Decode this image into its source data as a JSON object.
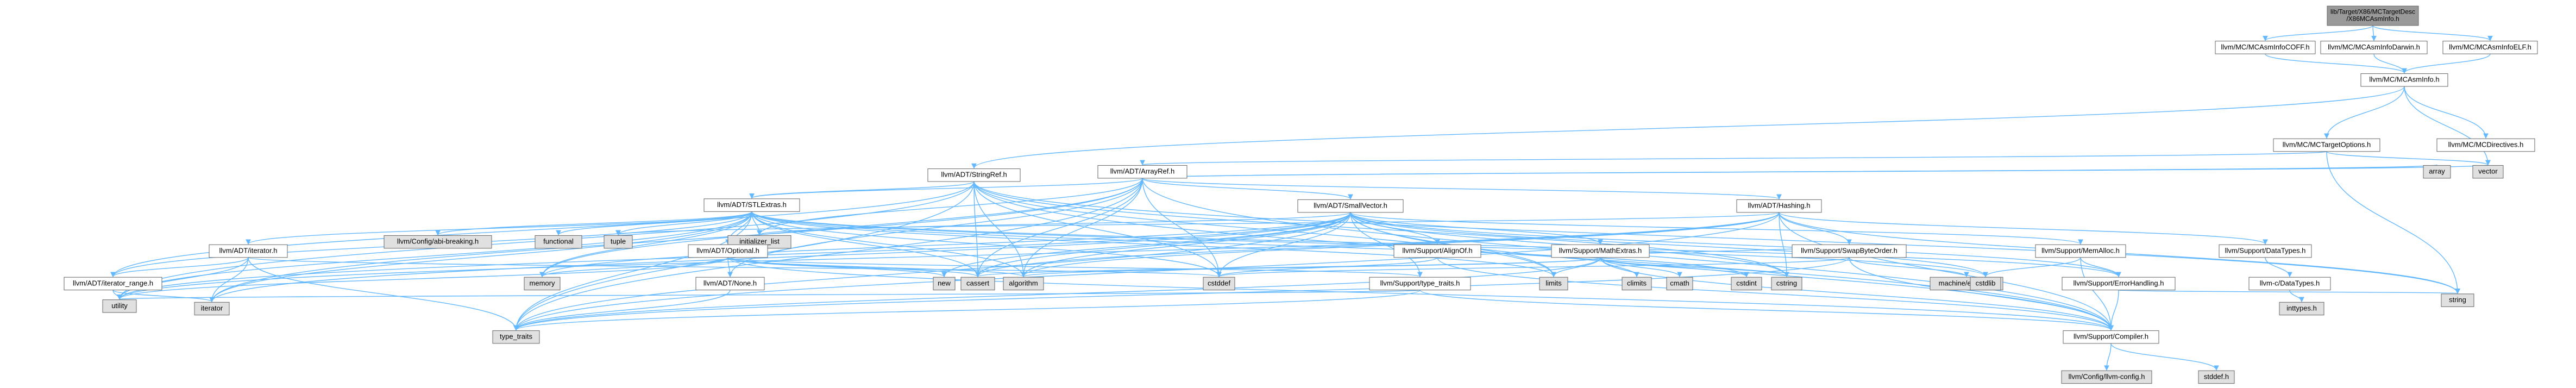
{
  "diagram": {
    "colors": {
      "root_fill": "#999999",
      "local_fill": "#ffffff",
      "system_fill": "#e0e0e0",
      "missing_fill": "#ffffff",
      "missing_stroke": "#ff0000",
      "border": "#666666",
      "edge": "#63b8ff"
    },
    "nodes": {
      "root": {
        "label": [
          "lib/Target/X86/MCTargetDesc",
          "/X86MCAsmInfo.h"
        ],
        "kind": "root"
      },
      "coff": {
        "label": [
          "llvm/MC/MCAsmInfoCOFF.h"
        ],
        "kind": "local"
      },
      "darwin": {
        "label": [
          "llvm/MC/MCAsmInfoDarwin.h"
        ],
        "kind": "local"
      },
      "elf": {
        "label": [
          "llvm/MC/MCAsmInfoELF.h"
        ],
        "kind": "local"
      },
      "mcasminfo": {
        "label": [
          "llvm/MC/MCAsmInfo.h"
        ],
        "kind": "local"
      },
      "targetopts": {
        "label": [
          "llvm/MC/MCTargetOptions.h"
        ],
        "kind": "local"
      },
      "directives": {
        "label": [
          "llvm/MC/MCDirectives.h"
        ],
        "kind": "local"
      },
      "stringref": {
        "label": [
          "llvm/ADT/StringRef.h"
        ],
        "kind": "local"
      },
      "arrayref": {
        "label": [
          "llvm/ADT/ArrayRef.h"
        ],
        "kind": "local"
      },
      "array": {
        "label": [
          "array"
        ],
        "kind": "system"
      },
      "vector": {
        "label": [
          "vector"
        ],
        "kind": "system"
      },
      "stlextras": {
        "label": [
          "llvm/ADT/STLExtras.h"
        ],
        "kind": "local"
      },
      "smallvector": {
        "label": [
          "llvm/ADT/SmallVector.h"
        ],
        "kind": "local"
      },
      "hashing": {
        "label": [
          "llvm/ADT/Hashing.h"
        ],
        "kind": "local"
      },
      "databreaking": {
        "label": [
          "llvm/Config/abi-breaking.h"
        ],
        "kind": "system"
      },
      "functional": {
        "label": [
          "functional"
        ],
        "kind": "system"
      },
      "tuple": {
        "label": [
          "tuple"
        ],
        "kind": "system"
      },
      "initlist": {
        "label": [
          "initializer_list"
        ],
        "kind": "system"
      },
      "adtiterator": {
        "label": [
          "llvm/ADT/iterator.h"
        ],
        "kind": "local"
      },
      "optional": {
        "label": [
          "llvm/ADT/Optional.h"
        ],
        "kind": "local"
      },
      "alignof": {
        "label": [
          "llvm/Support/AlignOf.h"
        ],
        "kind": "local"
      },
      "mathextras": {
        "label": [
          "llvm/Support/MathExtras.h"
        ],
        "kind": "local"
      },
      "swapbyteorder": {
        "label": [
          "llvm/Support/SwapByteOrder.h"
        ],
        "kind": "local"
      },
      "memalloc": {
        "label": [
          "llvm/Support/MemAlloc.h"
        ],
        "kind": "local"
      },
      "datatypes": {
        "label": [
          "llvm/Support/DataTypes.h"
        ],
        "kind": "local"
      },
      "iterrange": {
        "label": [
          "llvm/ADT/iterator_range.h"
        ],
        "kind": "local"
      },
      "memory": {
        "label": [
          "memory"
        ],
        "kind": "system"
      },
      "none": {
        "label": [
          "llvm/ADT/None.h"
        ],
        "kind": "local"
      },
      "new": {
        "label": [
          "new"
        ],
        "kind": "system"
      },
      "cassert": {
        "label": [
          "cassert"
        ],
        "kind": "system"
      },
      "algorithm": {
        "label": [
          "algorithm"
        ],
        "kind": "system"
      },
      "cstddef": {
        "label": [
          "cstddef"
        ],
        "kind": "system"
      },
      "typetraitsllvm": {
        "label": [
          "llvm/Support/type_traits.h"
        ],
        "kind": "local"
      },
      "limits": {
        "label": [
          "limits"
        ],
        "kind": "system"
      },
      "climits": {
        "label": [
          "climits"
        ],
        "kind": "system"
      },
      "cmath": {
        "label": [
          "cmath"
        ],
        "kind": "system"
      },
      "cstdint": {
        "label": [
          "cstdint"
        ],
        "kind": "system"
      },
      "cstring": {
        "label": [
          "cstring"
        ],
        "kind": "system"
      },
      "machineendian": {
        "label": [
          "machine/endian.h"
        ],
        "kind": "system"
      },
      "cstdlib": {
        "label": [
          "cstdlib"
        ],
        "kind": "system"
      },
      "errorhandling": {
        "label": [
          "llvm/Support/ErrorHandling.h"
        ],
        "kind": "local"
      },
      "llvmcdatatypes": {
        "label": [
          "llvm-c/DataTypes.h"
        ],
        "kind": "missing"
      },
      "inttypes": {
        "label": [
          "inttypes.h"
        ],
        "kind": "system"
      },
      "string": {
        "label": [
          "string"
        ],
        "kind": "system"
      },
      "utility": {
        "label": [
          "utility"
        ],
        "kind": "system"
      },
      "iterator": {
        "label": [
          "iterator"
        ],
        "kind": "system"
      },
      "typetraits": {
        "label": [
          "type_traits"
        ],
        "kind": "system"
      },
      "compiler": {
        "label": [
          "llvm/Support/Compiler.h"
        ],
        "kind": "local"
      },
      "llvmconfig": {
        "label": [
          "llvm/Config/llvm-config.h"
        ],
        "kind": "system"
      },
      "stddef": {
        "label": [
          "stddef.h"
        ],
        "kind": "system"
      }
    },
    "edges": [
      [
        "root",
        "coff"
      ],
      [
        "root",
        "darwin"
      ],
      [
        "root",
        "elf"
      ],
      [
        "coff",
        "mcasminfo"
      ],
      [
        "darwin",
        "mcasminfo"
      ],
      [
        "elf",
        "mcasminfo"
      ],
      [
        "mcasminfo",
        "targetopts"
      ],
      [
        "mcasminfo",
        "directives"
      ],
      [
        "mcasminfo",
        "stringref"
      ],
      [
        "mcasminfo",
        "vector"
      ],
      [
        "targetopts",
        "arrayref"
      ],
      [
        "targetopts",
        "string"
      ],
      [
        "targetopts",
        "vector"
      ],
      [
        "stringref",
        "stlextras"
      ],
      [
        "stringref",
        "compiler"
      ],
      [
        "stringref",
        "algorithm"
      ],
      [
        "stringref",
        "cassert"
      ],
      [
        "stringref",
        "cstddef"
      ],
      [
        "stringref",
        "cstring"
      ],
      [
        "stringref",
        "limits"
      ],
      [
        "stringref",
        "string"
      ],
      [
        "stringref",
        "typetraits"
      ],
      [
        "stringref",
        "utility"
      ],
      [
        "stringref",
        "iterrange"
      ],
      [
        "arrayref",
        "hashing"
      ],
      [
        "arrayref",
        "none"
      ],
      [
        "arrayref",
        "smallvector"
      ],
      [
        "arrayref",
        "stlextras"
      ],
      [
        "arrayref",
        "compiler"
      ],
      [
        "arrayref",
        "algorithm"
      ],
      [
        "arrayref",
        "array"
      ],
      [
        "arrayref",
        "cassert"
      ],
      [
        "arrayref",
        "cstddef"
      ],
      [
        "arrayref",
        "initlist"
      ],
      [
        "arrayref",
        "iterator"
      ],
      [
        "arrayref",
        "memory"
      ],
      [
        "arrayref",
        "typetraits"
      ],
      [
        "arrayref",
        "vector"
      ],
      [
        "stlextras",
        "optional"
      ],
      [
        "stlextras",
        "adtiterator"
      ],
      [
        "stlextras",
        "iterrange"
      ],
      [
        "stlextras",
        "errorhandling"
      ],
      [
        "stlextras",
        "databreaking"
      ],
      [
        "stlextras",
        "functional"
      ],
      [
        "stlextras",
        "tuple"
      ],
      [
        "stlextras",
        "initlist"
      ],
      [
        "stlextras",
        "algorithm"
      ],
      [
        "stlextras",
        "cassert"
      ],
      [
        "stlextras",
        "cstddef"
      ],
      [
        "stlextras",
        "cstdint"
      ],
      [
        "stlextras",
        "cstdlib"
      ],
      [
        "stlextras",
        "iterator"
      ],
      [
        "stlextras",
        "limits"
      ],
      [
        "stlextras",
        "memory"
      ],
      [
        "stlextras",
        "typetraits"
      ],
      [
        "stlextras",
        "utility"
      ],
      [
        "smallvector",
        "compiler"
      ],
      [
        "smallvector",
        "errorhandling"
      ],
      [
        "smallvector",
        "alignof"
      ],
      [
        "smallvector",
        "mathextras"
      ],
      [
        "smallvector",
        "memalloc"
      ],
      [
        "smallvector",
        "typetraitsllvm"
      ],
      [
        "smallvector",
        "algorithm"
      ],
      [
        "smallvector",
        "cassert"
      ],
      [
        "smallvector",
        "cstddef"
      ],
      [
        "smallvector",
        "cstdlib"
      ],
      [
        "smallvector",
        "cstring"
      ],
      [
        "smallvector",
        "initlist"
      ],
      [
        "smallvector",
        "iterator"
      ],
      [
        "smallvector",
        "limits"
      ],
      [
        "smallvector",
        "memory"
      ],
      [
        "smallvector",
        "new"
      ],
      [
        "smallvector",
        "typetraits"
      ],
      [
        "smallvector",
        "utility"
      ],
      [
        "hashing",
        "compiler"
      ],
      [
        "hashing",
        "datatypes"
      ],
      [
        "hashing",
        "swapbyteorder"
      ],
      [
        "hashing",
        "typetraits"
      ],
      [
        "hashing",
        "algorithm"
      ],
      [
        "hashing",
        "cassert"
      ],
      [
        "hashing",
        "cstring"
      ],
      [
        "hashing",
        "string"
      ],
      [
        "hashing",
        "tuple"
      ],
      [
        "hashing",
        "utility"
      ],
      [
        "adtiterator",
        "iterrange"
      ],
      [
        "adtiterator",
        "cstddef"
      ],
      [
        "adtiterator",
        "iterator"
      ],
      [
        "adtiterator",
        "typetraits"
      ],
      [
        "adtiterator",
        "utility"
      ],
      [
        "optional",
        "none"
      ],
      [
        "optional",
        "compiler"
      ],
      [
        "optional",
        "typetraitsllvm"
      ],
      [
        "optional",
        "algorithm"
      ],
      [
        "optional",
        "cassert"
      ],
      [
        "optional",
        "memory"
      ],
      [
        "optional",
        "new"
      ],
      [
        "optional",
        "utility"
      ],
      [
        "alignof",
        "compiler"
      ],
      [
        "alignof",
        "cstddef"
      ],
      [
        "mathextras",
        "compiler"
      ],
      [
        "mathextras",
        "swapbyteorder"
      ],
      [
        "mathextras",
        "algorithm"
      ],
      [
        "mathextras",
        "cassert"
      ],
      [
        "mathextras",
        "climits"
      ],
      [
        "mathextras",
        "cmath"
      ],
      [
        "mathextras",
        "cstdint"
      ],
      [
        "mathextras",
        "cstring"
      ],
      [
        "mathextras",
        "limits"
      ],
      [
        "mathextras",
        "typetraits"
      ],
      [
        "swapbyteorder",
        "compiler"
      ],
      [
        "swapbyteorder",
        "cstddef"
      ],
      [
        "swapbyteorder",
        "machineendian"
      ],
      [
        "swapbyteorder",
        "typetraits"
      ],
      [
        "memalloc",
        "compiler"
      ],
      [
        "memalloc",
        "errorhandling"
      ],
      [
        "memalloc",
        "cstdlib"
      ],
      [
        "datatypes",
        "llvmcdatatypes"
      ],
      [
        "llvmcdatatypes",
        "inttypes"
      ],
      [
        "errorhandling",
        "compiler"
      ],
      [
        "errorhandling",
        "string"
      ],
      [
        "iterrange",
        "iterator"
      ],
      [
        "iterrange",
        "utility"
      ],
      [
        "none",
        "typetraits"
      ],
      [
        "typetraitsllvm",
        "compiler"
      ],
      [
        "typetraitsllvm",
        "typetraits"
      ],
      [
        "typetraitsllvm",
        "utility"
      ],
      [
        "compiler",
        "llvmconfig"
      ],
      [
        "compiler",
        "stddef"
      ]
    ]
  }
}
